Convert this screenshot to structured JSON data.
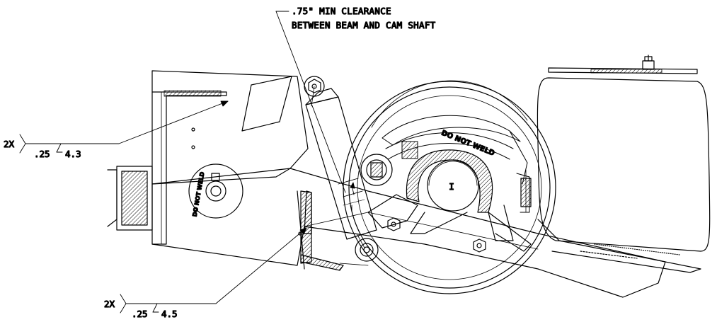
{
  "clearance_note": {
    "line1": ".75\" MIN CLEARANCE",
    "line2": "BETWEEN BEAM AND CAM SHAFT"
  },
  "weld_upper": {
    "qty": "2X",
    "size": ".25",
    "length": "4.3"
  },
  "weld_lower": {
    "qty": "2X",
    "size": ".25",
    "length": "4.5"
  },
  "stamps": {
    "cam_bracket": "DO NOT WELD",
    "hanger": "DO NOT WELD"
  },
  "drum_mark": "I"
}
